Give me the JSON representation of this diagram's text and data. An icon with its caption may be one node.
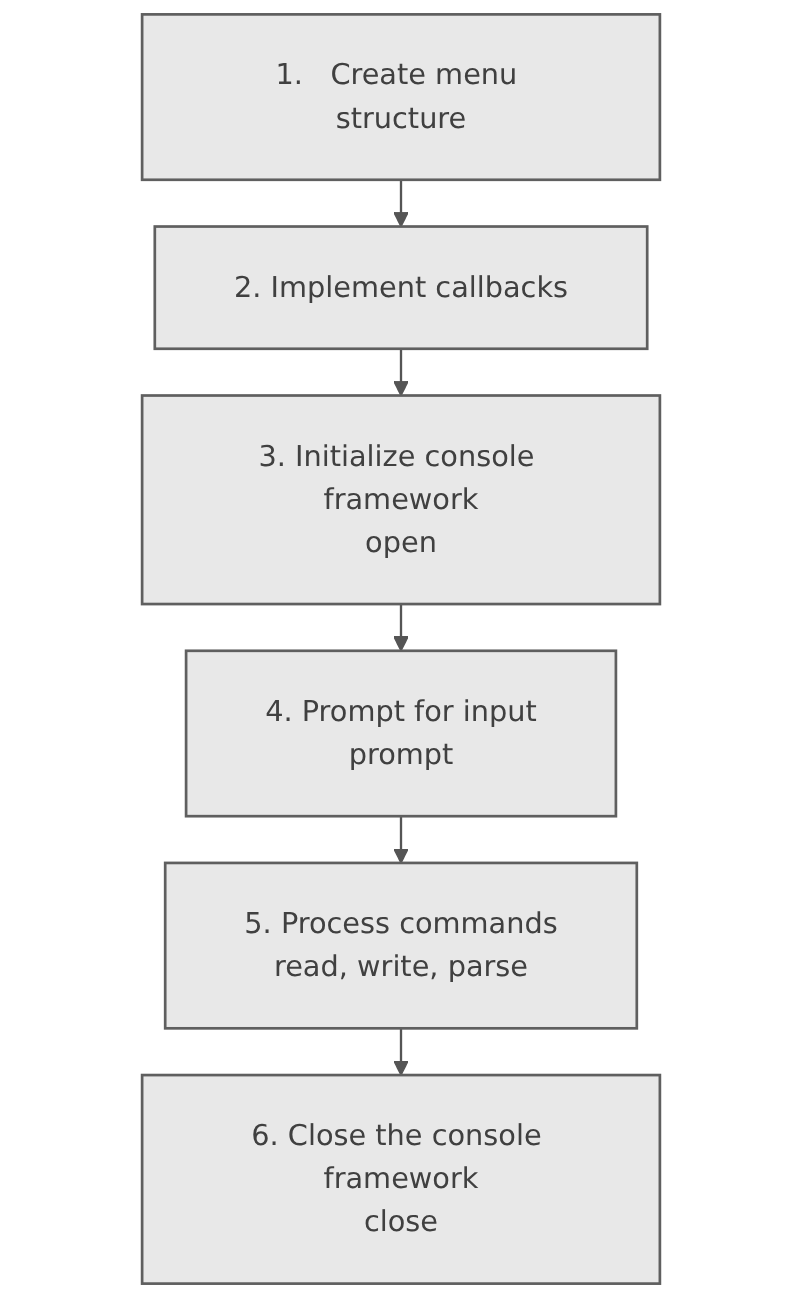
{
  "diagram": {
    "nodes": [
      {
        "text": [
          "1.   Create menu structure"
        ]
      },
      {
        "text": [
          "2. Implement callbacks"
        ]
      },
      {
        "text": [
          "3. Initialize console framework",
          "open"
        ]
      },
      {
        "text": [
          "4. Prompt for input",
          "prompt"
        ]
      },
      {
        "text": [
          "5. Process commands",
          "read, write, parse"
        ]
      },
      {
        "text": [
          "6. Close the console framework",
          "close"
        ]
      }
    ],
    "edges": [
      {
        "from": 0,
        "to": 1,
        "arrow": "to"
      },
      {
        "from": 1,
        "to": 2,
        "arrow": "to"
      },
      {
        "from": 2,
        "to": 3,
        "arrow": "to"
      },
      {
        "from": 3,
        "to": 4,
        "arrow": "to"
      },
      {
        "from": 4,
        "to": 5,
        "arrow": "to"
      }
    ]
  }
}
